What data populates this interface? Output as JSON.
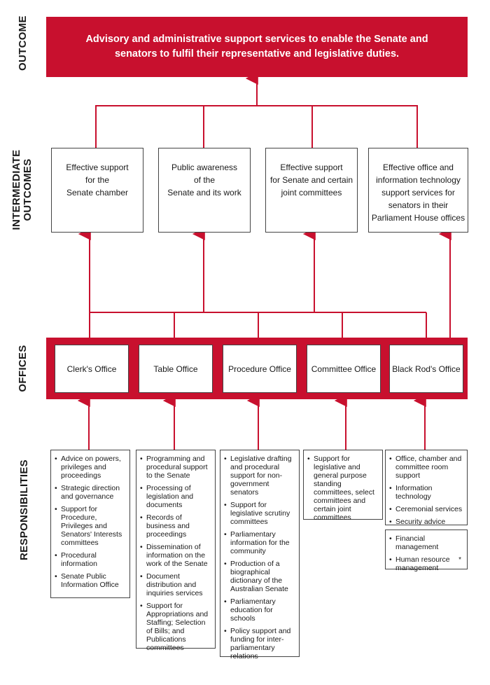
{
  "side_labels": {
    "outcome": "OUTCOME",
    "intermediate_line1": "INTERMEDIATE",
    "intermediate_line2": "OUTCOMES",
    "offices": "OFFICES",
    "responsibilities": "RESPONSIBILITIES"
  },
  "outcome": {
    "line1": "Advisory and administrative support services to enable the Senate and",
    "line2": "senators to fulfil their representative and legislative duties."
  },
  "intermediate_outcomes": [
    {
      "lines": [
        "Effective support",
        "for the",
        "Senate chamber"
      ]
    },
    {
      "lines": [
        "Public awareness",
        "of the",
        "Senate and its work"
      ]
    },
    {
      "lines": [
        "Effective support",
        "for Senate and certain",
        "joint committees"
      ]
    },
    {
      "lines": [
        "Effective office and",
        "information technology",
        "support services for",
        "senators in their",
        "Parliament House offices"
      ]
    }
  ],
  "offices": [
    "Clerk's Office",
    "Table Office",
    "Procedure Office",
    "Committee Office",
    "Black Rod's Office"
  ],
  "responsibilities": {
    "clerks": [
      "Advice on powers, privileges and proceedings",
      "Strategic direction and governance",
      "Support for Procedure, Privileges and Senators' Interests committees",
      "Procedural information",
      "Senate Public Information Office"
    ],
    "table": [
      "Programming and procedural support to the Senate",
      "Processing of legislation and documents",
      "Records of business and proceedings",
      "Dissemination of information on the work of the Senate",
      "Document distribution and inquiries services",
      "Support for Appropriations and Staffing; Selection of Bills; and Publications committees"
    ],
    "procedure": [
      "Legislative drafting and procedural support for non-government senators",
      "Support for legislative scrutiny committees",
      "Parliamentary information for the community",
      "Production of a biographical dictionary of the Australian Senate",
      "Parliamentary education for schools",
      "Policy support and funding for inter-parliamentary relations"
    ],
    "committee": [
      "Support for legislative and general purpose standing committees, select committees and certain joint committees"
    ],
    "black_rod": [
      "Office, chamber and committee room support",
      "Information technology",
      "Ceremonial services",
      "Security advice"
    ],
    "black_rod_extra": [
      "Financial management",
      "Human resource management"
    ],
    "black_rod_extra_note": "*"
  },
  "colors": {
    "accent_red": "#c8102e",
    "connector_red": "#c8102e",
    "box_border": "#444444"
  }
}
